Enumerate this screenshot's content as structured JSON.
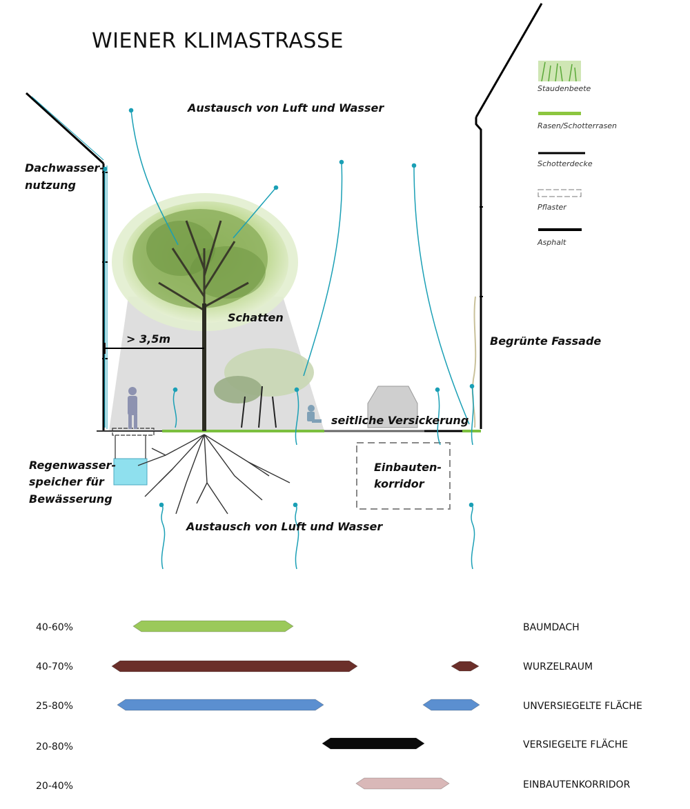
{
  "title": "WIENER KLIMASTRASSE",
  "labels": {
    "exchange_top": "Austausch von Luft und Wasser",
    "exchange_bottom": "Austausch von Luft und Wasser",
    "roof_water_1": "Dachwasser-",
    "roof_water_2": "nutzung",
    "shade": "Schatten",
    "distance": "> 3,5m",
    "green_facade": "Begrünte Fassade",
    "lateral_infiltration": "seitliche Versickerung",
    "rain_storage_1": "Regenwasser-",
    "rain_storage_2": "speicher für",
    "rain_storage_3": "Bewässerung",
    "utility_corridor_1": "Einbauten-",
    "utility_corridor_2": "korridor"
  },
  "legend": [
    {
      "label": "Staudenbeete"
    },
    {
      "label": "Rasen/Schotterrasen"
    },
    {
      "label": "Schotterdecke"
    },
    {
      "label": "Pflaster"
    },
    {
      "label": "Asphalt"
    }
  ],
  "bars": [
    {
      "percent": "40-60%",
      "category": "BAUMDACH",
      "color": "#9bc95a"
    },
    {
      "percent": "40-70%",
      "category": "WURZELRAUM",
      "color": "#6b2f2a"
    },
    {
      "percent": "25-80%",
      "category": "UNVERSIEGELTE FLÄCHE",
      "color": "#5b8fd0"
    },
    {
      "percent": "20-80%",
      "category": "VERSIEGELTE FLÄCHE",
      "color": "#0a0a0a"
    },
    {
      "percent": "20-40%",
      "category": "EINBAUTENKORRIDOR",
      "color": "#d9b8b8"
    }
  ],
  "colors": {
    "water_arrow": "#1a9fb5",
    "canopy": "#b8d48a",
    "shade_cone": "#d6d6d6",
    "tank": "#8fe0ee"
  }
}
